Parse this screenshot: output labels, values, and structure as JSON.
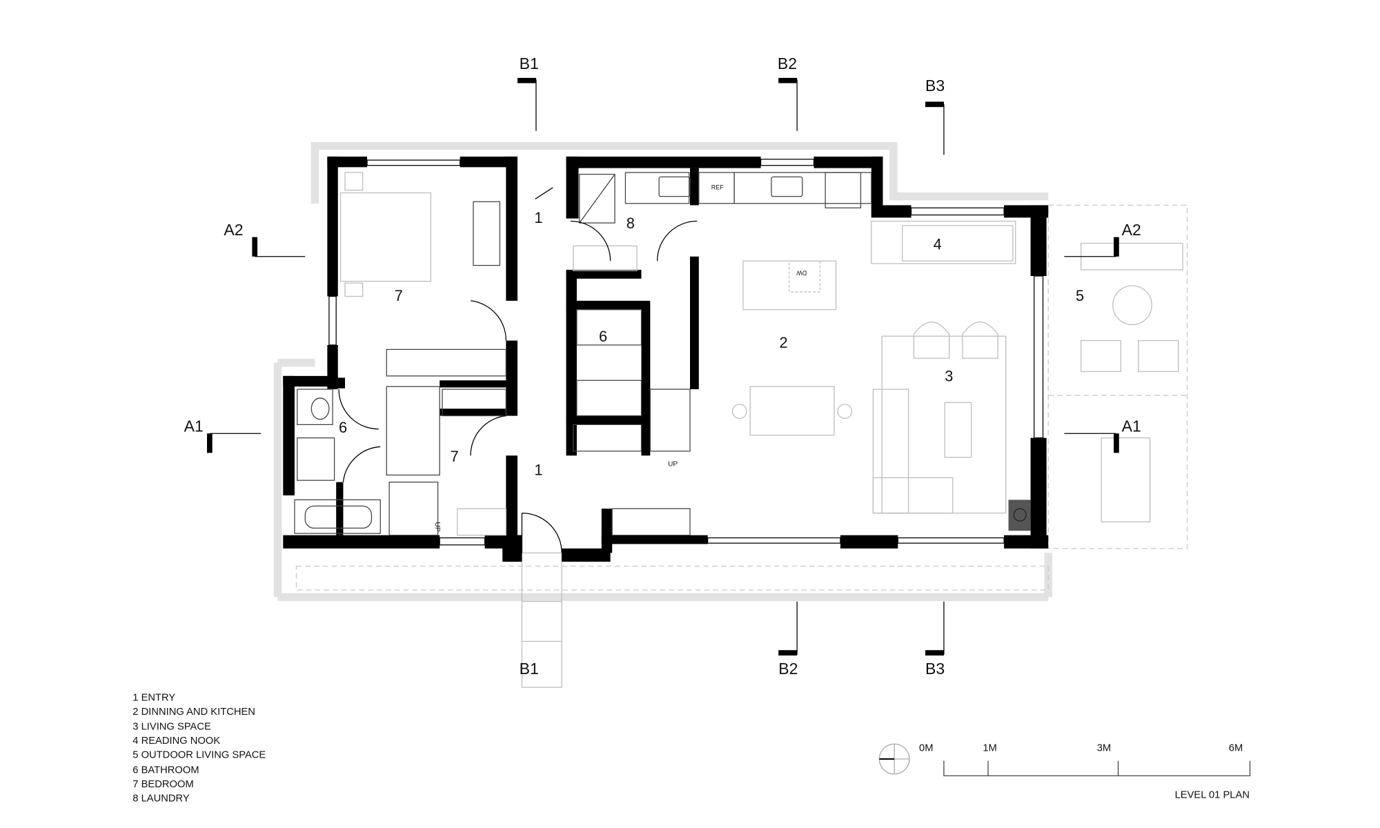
{
  "drawing": {
    "title": "LEVEL 01 PLAN",
    "section_markers": {
      "b1_top": "B1",
      "b2_top": "B2",
      "b3_top": "B3",
      "b1_bottom": "B1",
      "b2_bottom": "B2",
      "b3_bottom": "B3",
      "a2_left": "A2",
      "a1_left": "A1",
      "a2_right": "A2",
      "a1_right": "A1"
    },
    "room_numbers": {
      "entry_top": "1",
      "laundry": "8",
      "bedroom_main": "7",
      "kitchen": "2",
      "reading_nook": "4",
      "outdoor": "5",
      "bath_center": "6",
      "living": "3",
      "bath_left": "6",
      "bedroom_small": "7",
      "entry_main": "1"
    },
    "fixture_labels": {
      "refrigerator": "REF",
      "dishwasher": "DW",
      "stair_up_main": "UP",
      "stair_up_small": "UP"
    }
  },
  "legend": {
    "items": [
      "1 ENTRY",
      "2 DINNING AND KITCHEN",
      "3 LIVING SPACE",
      "4 READING NOOK",
      "5 OUTDOOR LIVING SPACE",
      "6 BATHROOM",
      "7 BEDROOM",
      "8 LAUNDRY"
    ]
  },
  "scale_bar": {
    "labels": [
      "0M",
      "1M",
      "3M",
      "6M"
    ],
    "values_m": [
      0,
      1,
      3,
      6
    ],
    "north_icon": "north-arrow-circle"
  },
  "colors": {
    "wall": "#000000",
    "furniture": "#bdbdbd",
    "ground": "#e2e2e2"
  }
}
